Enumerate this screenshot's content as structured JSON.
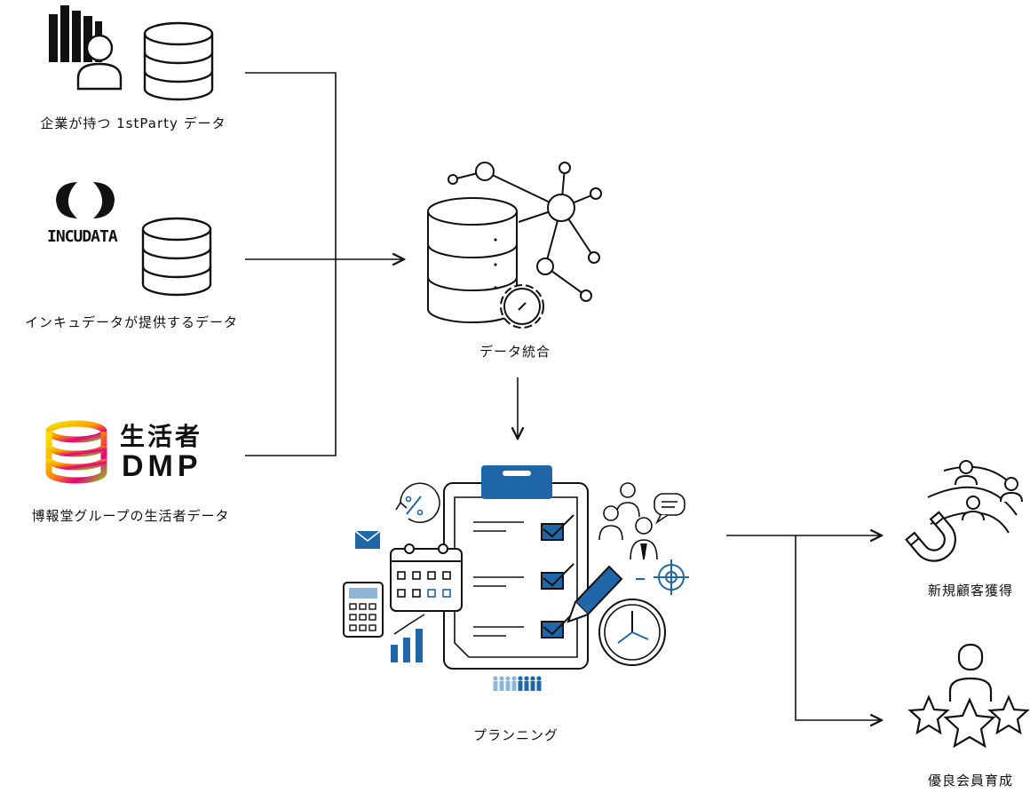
{
  "sources": [
    {
      "label": "企業が持つ 1stParty データ",
      "icon": "company-user-database-icon"
    },
    {
      "label": "インキュデータが提供するデータ",
      "icon": "incudata-database-icon",
      "logo_text": "INCUDATA"
    },
    {
      "label": "博報堂グループの生活者データ",
      "icon": "seikatsusha-dmp-database-icon",
      "logo_text_top": "生活者",
      "logo_text_bottom": "DMP"
    }
  ],
  "hub": {
    "label": "データ統合",
    "icon": "database-network-gear-icon"
  },
  "planning": {
    "label": "プランニング",
    "icon": "planning-clipboard-icon"
  },
  "outcomes": [
    {
      "label": "新規顧客獲得",
      "icon": "magnet-people-icon"
    },
    {
      "label": "優良会員育成",
      "icon": "member-stars-icon"
    }
  ],
  "colors": {
    "line": "#111111",
    "accent_blue": "#1f67a8",
    "light_blue": "#8fb6d8"
  }
}
